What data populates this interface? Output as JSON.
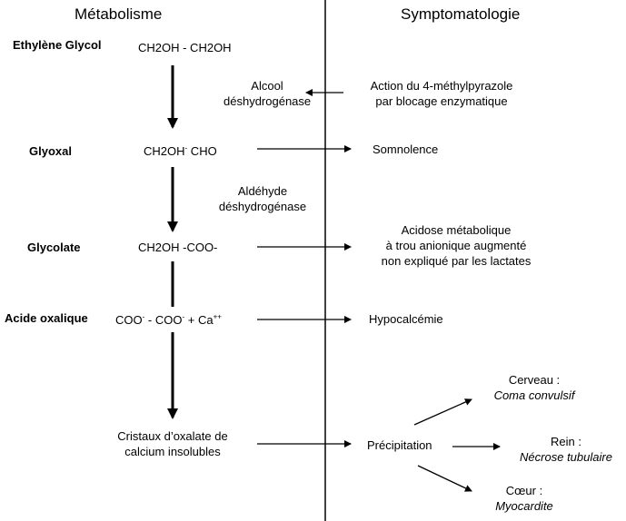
{
  "headers": {
    "left": "Métabolisme",
    "right": "Symptomatologie"
  },
  "compounds": {
    "ethylene_glycol": "Ethylène Glycol",
    "glyoxal": "Glyoxal",
    "glycolate": "Glycolate",
    "oxalic_acid": "Acide oxalique"
  },
  "formulas": {
    "ethylene_glycol": "CH2OH - CH2OH",
    "glyoxal_main": "CH2OH",
    "glyoxal_sup": "-",
    "glyoxal_tail": " CHO",
    "glycolate": "CH2OH -COO-",
    "oxalate_a": "COO",
    "oxalate_a_sup": "-",
    "oxalate_b": " - COO",
    "oxalate_b_sup": "-",
    "oxalate_c": "  + Ca",
    "oxalate_c_sup": "++"
  },
  "enzymes": {
    "adh_line1": "Alcool",
    "adh_line2": "déshydrogénase",
    "aldh_line1": "Aldéhyde",
    "aldh_line2": "déshydrogénase"
  },
  "crystals": {
    "line1": "Cristaux d’oxalate de",
    "line2": "calcium insolubles"
  },
  "symptoms": {
    "inhibitor_line1": "Action du 4-méthylpyrazole",
    "inhibitor_line2": "par blocage enzymatique",
    "somnolence": "Somnolence",
    "acidosis_line1": "Acidose métabolique",
    "acidosis_line2": "à trou anionique augmenté",
    "acidosis_line3": "non expliqué par  les lactates",
    "hypocalcemia": "Hypocalcémie",
    "precipitation": "Précipitation"
  },
  "organs": {
    "brain": "Cerveau :",
    "brain_effect": "Coma convulsif",
    "kidney": "Rein :",
    "kidney_effect": "Nécrose tubulaire",
    "heart": "Cœur :",
    "heart_effect": "Myocardite"
  }
}
